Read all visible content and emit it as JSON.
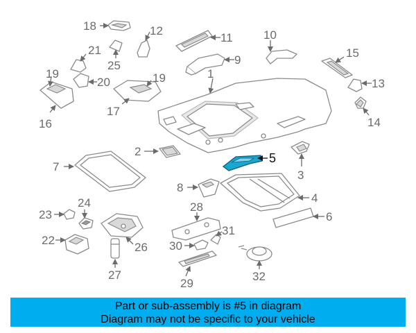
{
  "callouts": {
    "c1": "1",
    "c2": "2",
    "c3": "3",
    "c4": "4",
    "c5": "5",
    "c6": "6",
    "c7": "7",
    "c8": "8",
    "c9": "9",
    "c10": "10",
    "c11": "11",
    "c12": "12",
    "c13": "13",
    "c14": "14",
    "c15": "15",
    "c16": "16",
    "c17": "17",
    "c18": "18",
    "c19a": "19",
    "c19b": "19",
    "c20": "20",
    "c21": "21",
    "c22": "22",
    "c23": "23",
    "c24": "24",
    "c25": "25",
    "c26": "26",
    "c27": "27",
    "c28": "28",
    "c29": "29",
    "c30": "30",
    "c31": "31",
    "c32": "32"
  },
  "highlighted_part": "5",
  "banner": {
    "line1": "Part or sub-assembly is #5 in diagram",
    "line2": "Diagram may not be specific to your vehicle"
  },
  "colors": {
    "banner_bg": "#00aeef",
    "highlight_part": "#1aa7cf"
  }
}
